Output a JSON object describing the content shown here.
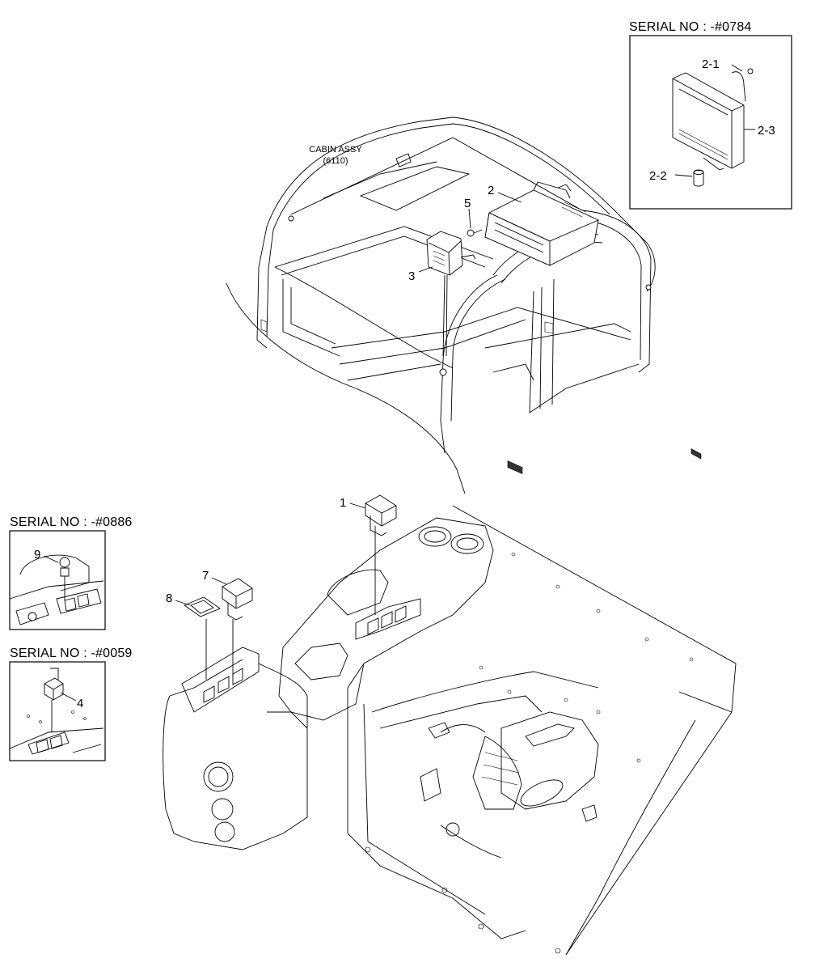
{
  "cabin": {
    "title": "CABIN ASSY",
    "code": "(6110)"
  },
  "insets": {
    "serial_0784": "SERIAL NO : -#0784",
    "serial_0886": "SERIAL NO : -#0886",
    "serial_0059": "SERIAL NO : -#0059"
  },
  "callouts": {
    "p1": "1",
    "p2": "2",
    "p2_1": "2-1",
    "p2_2": "2-2",
    "p2_3": "2-3",
    "p3": "3",
    "p4": "4",
    "p5": "5",
    "p7": "7",
    "p8": "8",
    "p9": "9"
  }
}
